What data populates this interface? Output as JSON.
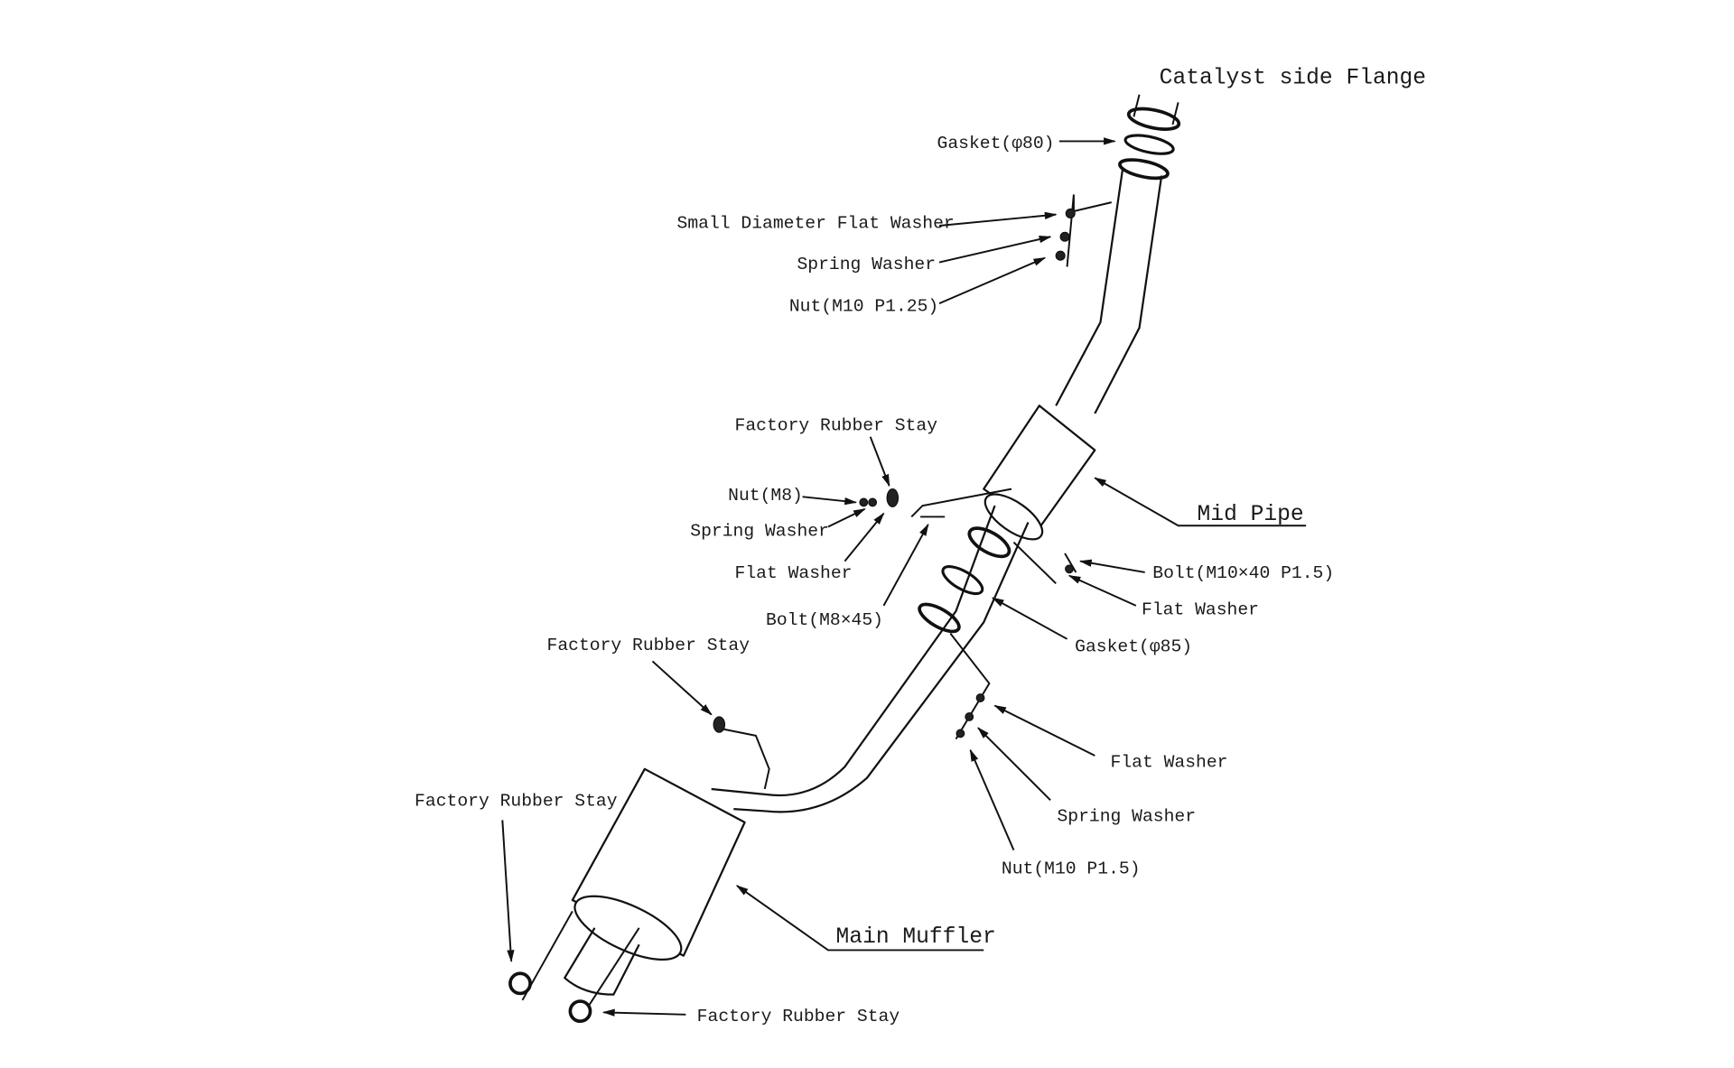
{
  "labels": {
    "catalyst_flange": "Catalyst side Flange",
    "gasket_80": "Gasket(φ80)",
    "small_flat_washer": "Small Diameter Flat Washer",
    "spring_washer_top": "Spring Washer",
    "nut_m10_p125": "Nut(M10 P1.25)",
    "rubber_stay_mid": "Factory Rubber Stay",
    "nut_m8": "Nut(M8)",
    "spring_washer_mid": "Spring Washer",
    "flat_washer_mid": "Flat Washer",
    "bolt_m8x45": "Bolt(M8×45)",
    "mid_pipe": "Mid Pipe",
    "bolt_m10x40": "Bolt(M10×40 P1.5)",
    "flat_washer_right": "Flat Washer",
    "gasket_85": "Gasket(φ85)",
    "rubber_stay_lower": "Factory Rubber Stay",
    "flat_washer_low": "Flat Washer",
    "spring_washer_low": "Spring Washer",
    "nut_m10_p15": "Nut(M10 P1.5)",
    "rubber_stay_left": "Factory Rubber Stay",
    "main_muffler": "Main Muffler",
    "rubber_stay_bottom": "Factory Rubber Stay"
  }
}
